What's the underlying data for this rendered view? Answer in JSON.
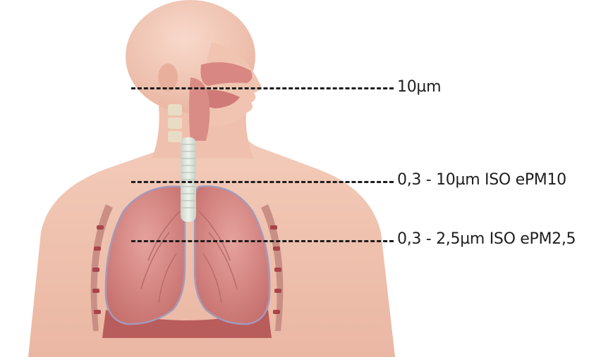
{
  "image": {
    "subject_icon": "respiratory-system-illustration",
    "colors": {
      "skin": "#f2c6b3",
      "skin_shadow": "#e2a996",
      "lung": "#d98b88",
      "lung_dark": "#b9605f",
      "airway": "#dde6dd",
      "ink": "#1e1e1e"
    }
  },
  "levels": [
    {
      "label": "10µm"
    },
    {
      "label": "0,3 - 10µm ISO ePM10"
    },
    {
      "label": "0,3 - 2,5µm ISO ePM2,5"
    }
  ]
}
